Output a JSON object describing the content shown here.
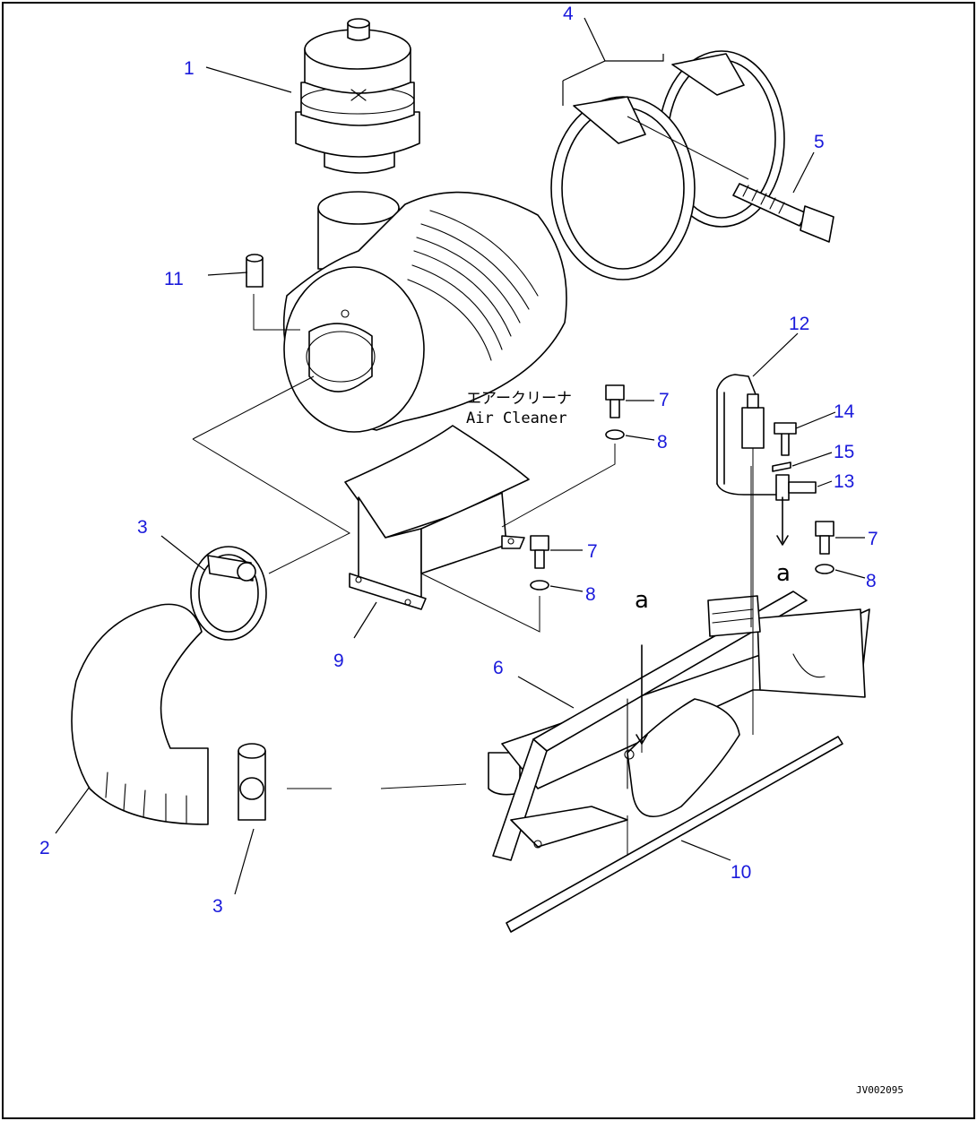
{
  "caption": {
    "jp": "エアークリーナ",
    "en": "Air Cleaner"
  },
  "drawing_code": "JV002095",
  "callouts": [
    "1",
    "2",
    "3",
    "3",
    "4",
    "5",
    "6",
    "7",
    "7",
    "7",
    "8",
    "8",
    "8",
    "9",
    "10",
    "11",
    "12",
    "13",
    "14",
    "15"
  ],
  "marks": [
    "a",
    "a"
  ],
  "colors": {
    "callout": "#1a1adb",
    "line": "#000000"
  }
}
